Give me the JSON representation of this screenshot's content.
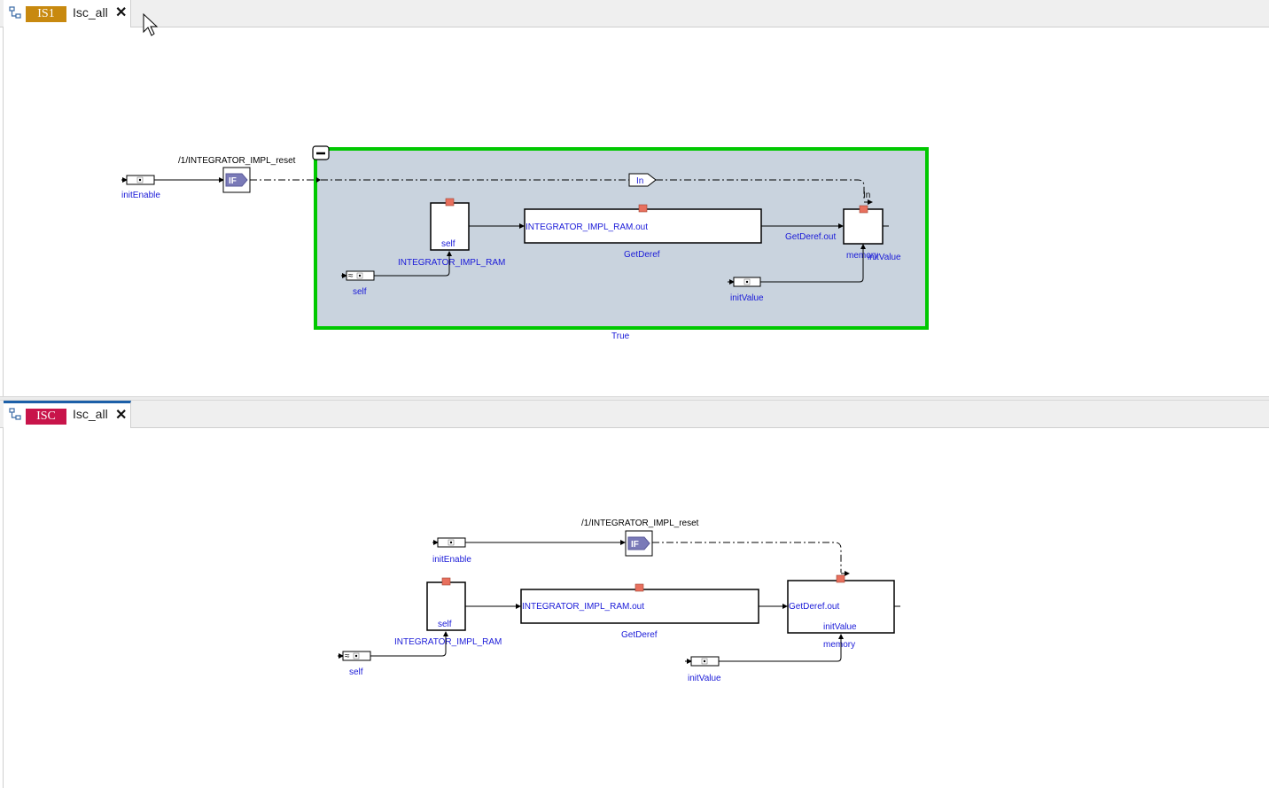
{
  "top_pane": {
    "tab": {
      "badge": "IS1",
      "badge_color": "#c8890f",
      "label": "Isc_all",
      "close": "✕"
    },
    "port_initEnable": "initEnable",
    "if_block": {
      "path_label": "/1/INTEGRATOR_IMPL_reset",
      "glyph": "IF"
    },
    "subsystem": {
      "condition_label": "True",
      "border_color": "#00c800",
      "fill_color": "#c9d3de"
    },
    "in_port": "In",
    "self_block": {
      "inner_label": "self",
      "name": "INTEGRATOR_IMPL_RAM"
    },
    "self_port": "self",
    "getderef_block": {
      "inner_label": "INTEGRATOR_IMPL_RAM.out",
      "name": "GetDeref"
    },
    "getderef_out": "GetDeref.out",
    "memory_block": {
      "name": "memory",
      "input_label": "initValue",
      "trigger_label": "In"
    },
    "initvalue_port": "initValue"
  },
  "bottom_pane": {
    "tab": {
      "badge": "ISC",
      "badge_color": "#c8144a",
      "label": "Isc_all",
      "close": "✕"
    },
    "port_initEnable": "initEnable",
    "if_block": {
      "path_label": "/1/INTEGRATOR_IMPL_reset",
      "glyph": "IF"
    },
    "self_block": {
      "inner_label": "self",
      "name": "INTEGRATOR_IMPL_RAM"
    },
    "self_port": "self",
    "getderef_block": {
      "inner_label": "INTEGRATOR_IMPL_RAM.out",
      "name": "GetDeref"
    },
    "memory_block": {
      "input_label": "GetDeref.out",
      "inner_label": "initValue",
      "name": "memory"
    },
    "initvalue_port": "initValue"
  },
  "colors": {
    "port_marker": "#e8705e",
    "label_blue": "#1a1ad8",
    "active_tab_accent": "#1c5fa8"
  }
}
